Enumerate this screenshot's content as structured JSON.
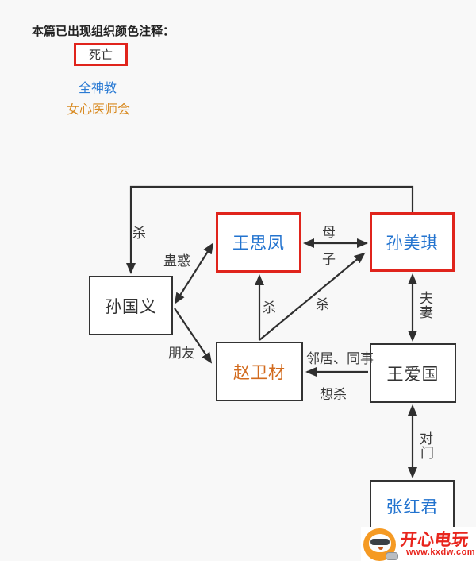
{
  "page": {
    "background": "#f8f8f8"
  },
  "legend": {
    "title": "本篇已出现组织颜色注释：",
    "death_label": "死亡",
    "org1_label": "全神教",
    "org2_label": "女心医师会",
    "death_border_color": "#e0241c",
    "org1_color": "#2b7bd4",
    "org2_color": "#d8891f"
  },
  "diagram": {
    "line_color": "#2f2f2f",
    "dead_border_color": "#e0241c",
    "blue_text_color": "#2273cf",
    "orange_text_color": "#d26b1e",
    "nodes": [
      {
        "label": "孙国义",
        "border": "black",
        "text": "black"
      },
      {
        "label": "王思凤",
        "border": "red",
        "text": "blue"
      },
      {
        "label": "孙美琪",
        "border": "red",
        "text": "blue"
      },
      {
        "label": "赵卫材",
        "border": "black",
        "text": "orange"
      },
      {
        "label": "王爱国",
        "border": "black",
        "text": "black"
      },
      {
        "label": "张红君",
        "border": "black",
        "text": "blue"
      }
    ],
    "edges": [
      {
        "from": "孙美琪",
        "to": "孙国义",
        "label": "杀",
        "arrows": "single"
      },
      {
        "from": "孙国义",
        "to": "王思凤",
        "label": "蛊惑",
        "arrows": "double"
      },
      {
        "from": "孙国义",
        "to": "赵卫材",
        "label": "朋友",
        "arrows": "single"
      },
      {
        "from": "王思凤",
        "to": "孙美琪",
        "label": "母子",
        "label_chars": [
          "母",
          "子"
        ],
        "arrows": "double"
      },
      {
        "from": "赵卫材",
        "to": "王思凤",
        "label": "杀",
        "arrows": "single"
      },
      {
        "from": "赵卫材",
        "to": "孙美琪",
        "label": "杀",
        "arrows": "single"
      },
      {
        "from": "孙美琪",
        "to": "王爱国",
        "label": "夫妻",
        "label_chars": [
          "夫",
          "妻"
        ],
        "arrows": "double"
      },
      {
        "from": "王爱国",
        "to": "赵卫材",
        "label_top": "邻居、同事",
        "label_bottom": "想杀",
        "arrows": "single"
      },
      {
        "from": "王爱国",
        "to": "张红君",
        "label": "对门",
        "label_chars": [
          "对",
          "门"
        ],
        "arrows": "double"
      }
    ]
  },
  "watermark": {
    "brand": "开心电玩",
    "url": "www.kxdw.com",
    "color": "#e8251d"
  }
}
